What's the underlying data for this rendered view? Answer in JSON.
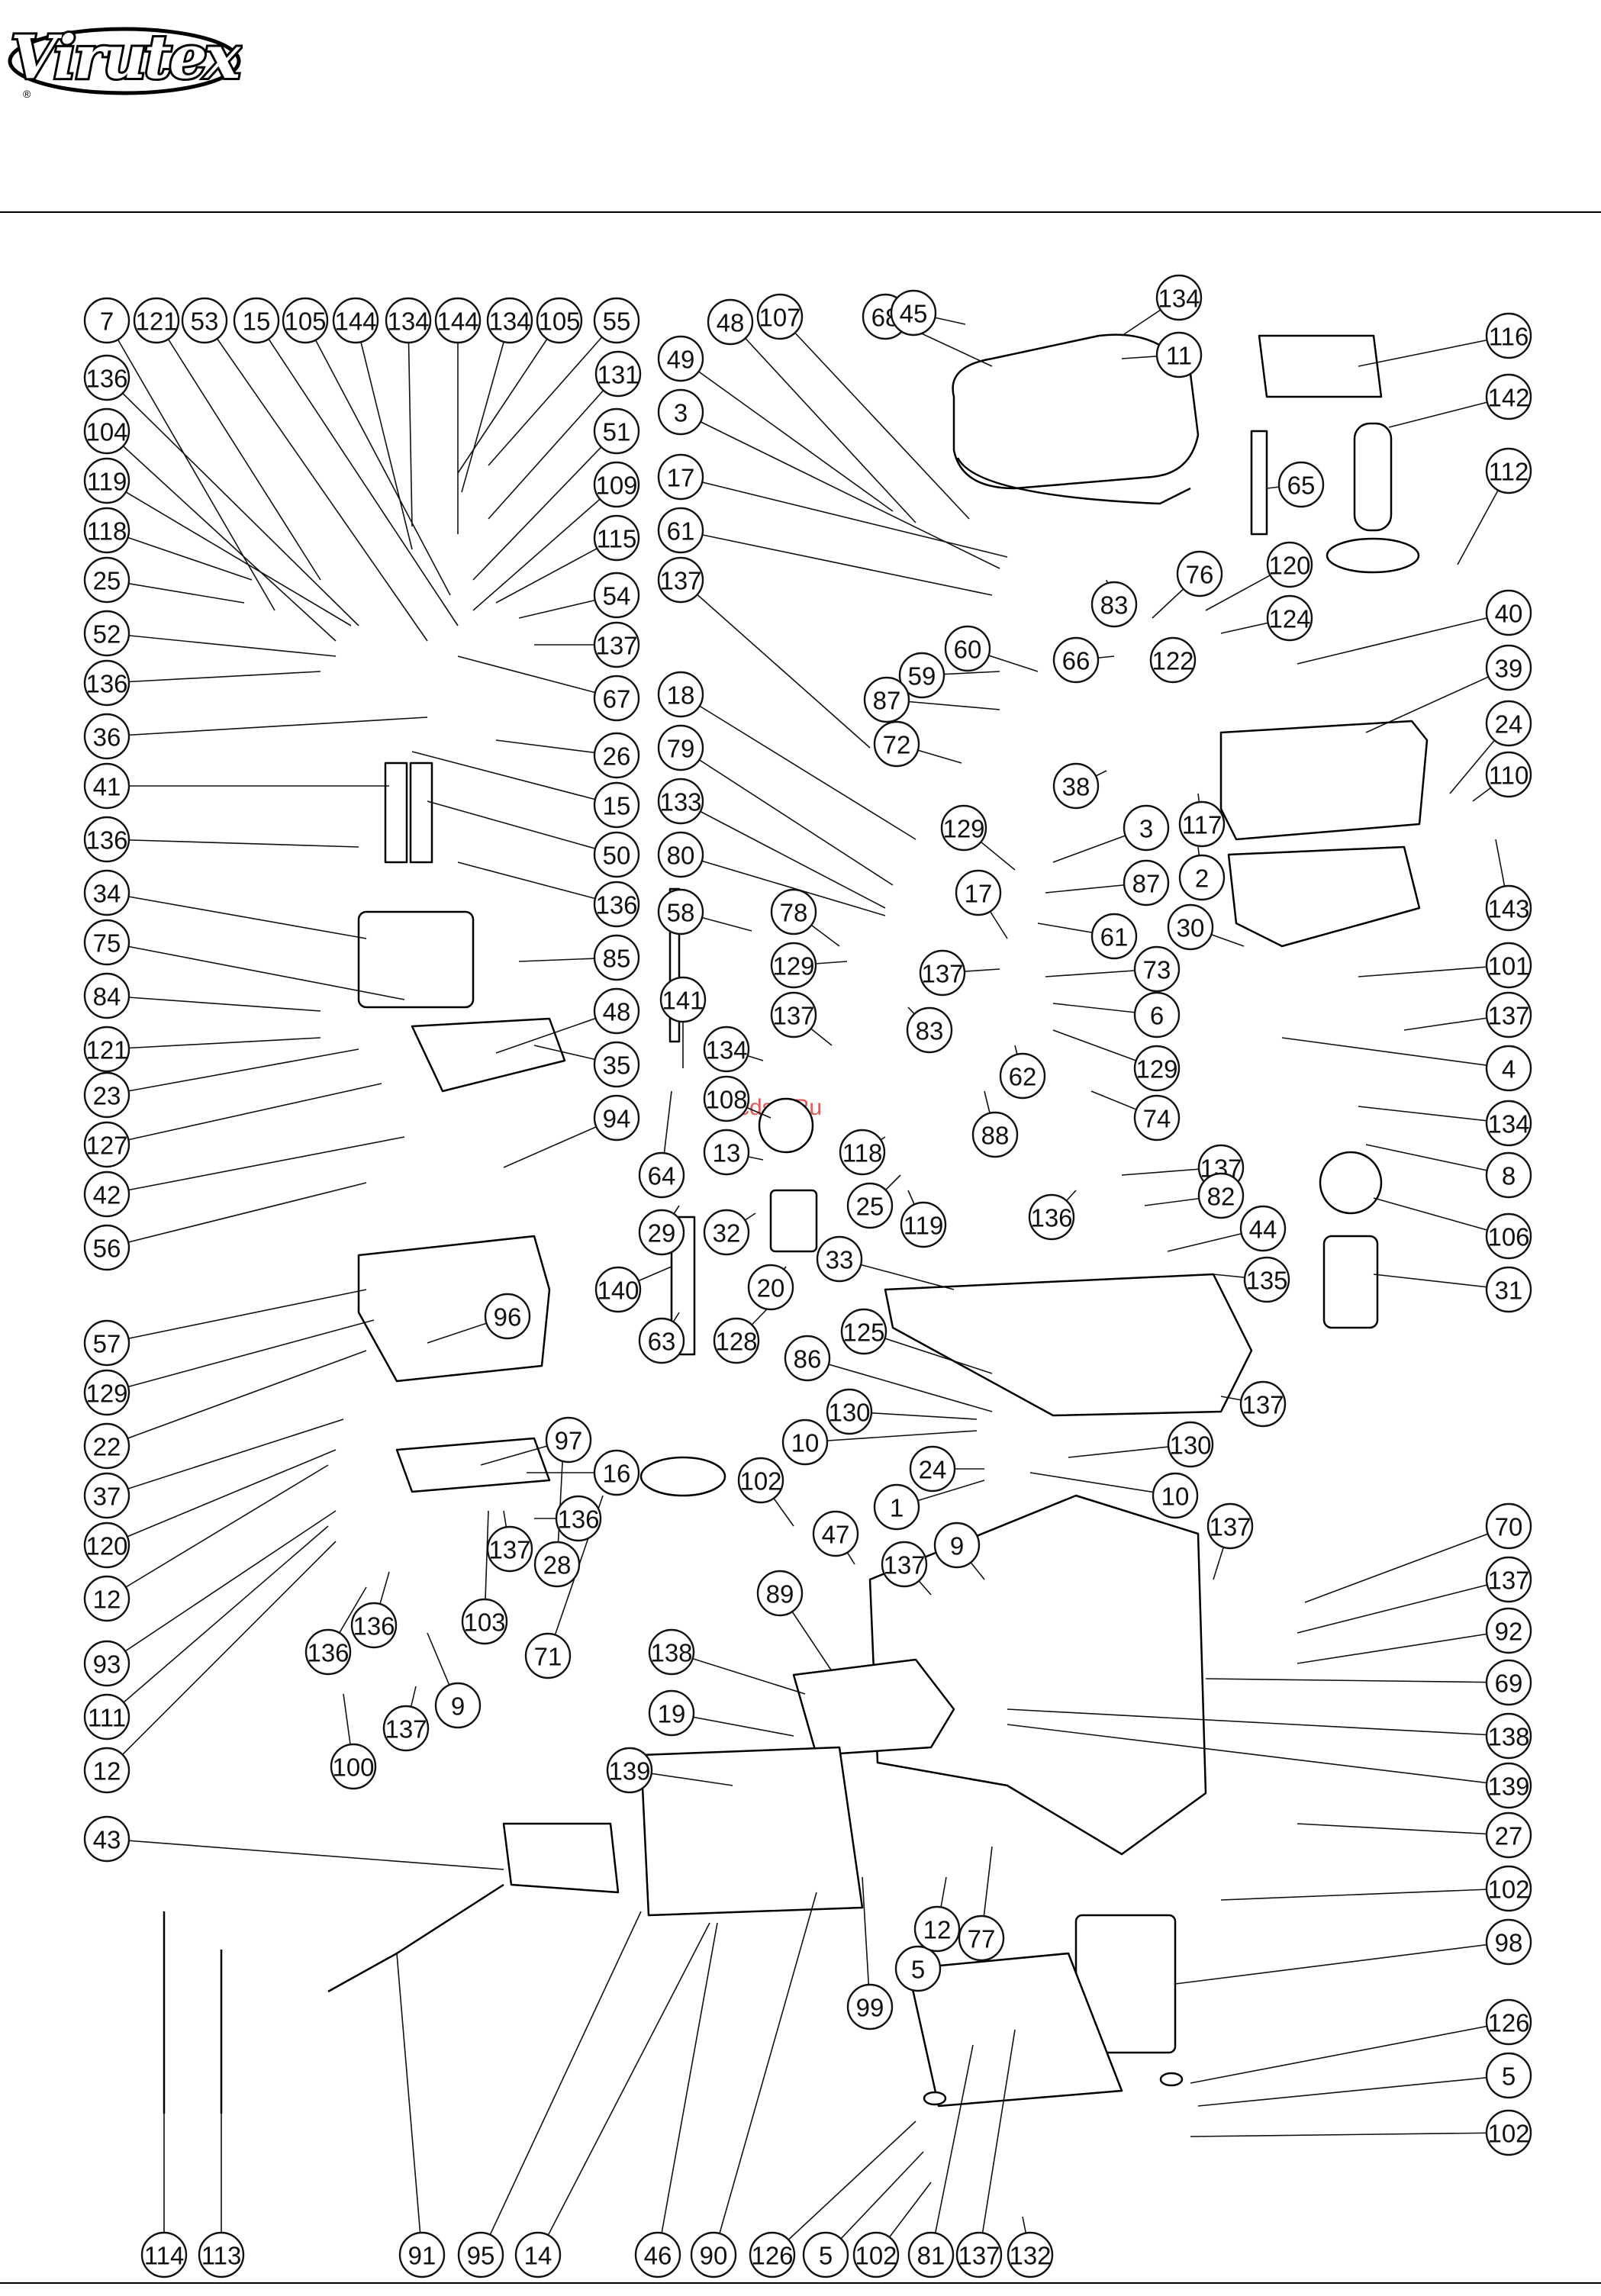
{
  "brand": {
    "name": "Virutex",
    "registered_mark": "®"
  },
  "watermark": "Mcdsp.Ru",
  "callouts": [
    {
      "id": "c1",
      "num": "7"
    },
    {
      "id": "c2",
      "num": "121"
    },
    {
      "id": "c3",
      "num": "53"
    },
    {
      "id": "c4",
      "num": "15"
    },
    {
      "id": "c5",
      "num": "105"
    },
    {
      "id": "c6",
      "num": "144"
    },
    {
      "id": "c7",
      "num": "134"
    },
    {
      "id": "c8",
      "num": "144"
    },
    {
      "id": "c9",
      "num": "134"
    },
    {
      "id": "c10",
      "num": "105"
    },
    {
      "id": "c11",
      "num": "55"
    },
    {
      "id": "c12",
      "num": "136"
    },
    {
      "id": "c13",
      "num": "131"
    },
    {
      "id": "c14",
      "num": "104"
    },
    {
      "id": "c15",
      "num": "51"
    },
    {
      "id": "c16",
      "num": "119"
    },
    {
      "id": "c17",
      "num": "109"
    },
    {
      "id": "c18",
      "num": "118"
    },
    {
      "id": "c19",
      "num": "115"
    },
    {
      "id": "c20",
      "num": "25"
    },
    {
      "id": "c21",
      "num": "54"
    },
    {
      "id": "c22",
      "num": "52"
    },
    {
      "id": "c23",
      "num": "137"
    },
    {
      "id": "c24",
      "num": "136"
    },
    {
      "id": "c25",
      "num": "67"
    },
    {
      "id": "c26",
      "num": "36"
    },
    {
      "id": "c27",
      "num": "26"
    },
    {
      "id": "c28",
      "num": "15"
    },
    {
      "id": "c29",
      "num": "41"
    },
    {
      "id": "c30",
      "num": "136"
    },
    {
      "id": "c31",
      "num": "50"
    },
    {
      "id": "c32",
      "num": "136"
    },
    {
      "id": "c33",
      "num": "34"
    },
    {
      "id": "c34",
      "num": "75"
    },
    {
      "id": "c35",
      "num": "85"
    },
    {
      "id": "c36",
      "num": "84"
    },
    {
      "id": "c37",
      "num": "48"
    },
    {
      "id": "c38",
      "num": "121"
    },
    {
      "id": "c39",
      "num": "23"
    },
    {
      "id": "c40",
      "num": "35"
    },
    {
      "id": "c41",
      "num": "127"
    },
    {
      "id": "c42",
      "num": "94"
    },
    {
      "id": "c43",
      "num": "42"
    },
    {
      "id": "c44",
      "num": "56"
    },
    {
      "id": "c45",
      "num": "57"
    },
    {
      "id": "c46",
      "num": "96"
    },
    {
      "id": "c47",
      "num": "129"
    },
    {
      "id": "c48",
      "num": "22"
    },
    {
      "id": "c49",
      "num": "37"
    },
    {
      "id": "c50",
      "num": "97"
    },
    {
      "id": "c51",
      "num": "16"
    },
    {
      "id": "c52",
      "num": "120"
    },
    {
      "id": "c53",
      "num": "136"
    },
    {
      "id": "c54",
      "num": "12"
    },
    {
      "id": "c55",
      "num": "137"
    },
    {
      "id": "c56",
      "num": "28"
    },
    {
      "id": "c57",
      "num": "93"
    },
    {
      "id": "c58",
      "num": "136"
    },
    {
      "id": "c59",
      "num": "103"
    },
    {
      "id": "c60",
      "num": "71"
    },
    {
      "id": "c61",
      "num": "111"
    },
    {
      "id": "c62",
      "num": "136"
    },
    {
      "id": "c63",
      "num": "9"
    },
    {
      "id": "c64",
      "num": "12"
    },
    {
      "id": "c65",
      "num": "137"
    },
    {
      "id": "c66",
      "num": "100"
    },
    {
      "id": "c67",
      "num": "48"
    },
    {
      "id": "c68",
      "num": "107"
    },
    {
      "id": "c69",
      "num": "68"
    },
    {
      "id": "c70",
      "num": "45"
    },
    {
      "id": "c71",
      "num": "134"
    },
    {
      "id": "c72",
      "num": "11"
    },
    {
      "id": "c73",
      "num": "49"
    },
    {
      "id": "c74",
      "num": "3"
    },
    {
      "id": "c75",
      "num": "17"
    },
    {
      "id": "c76",
      "num": "61"
    },
    {
      "id": "c77",
      "num": "137"
    },
    {
      "id": "c78",
      "num": "18"
    },
    {
      "id": "c79",
      "num": "79"
    },
    {
      "id": "c80",
      "num": "133"
    },
    {
      "id": "c81",
      "num": "80"
    },
    {
      "id": "c82",
      "num": "58"
    },
    {
      "id": "c83",
      "num": "78"
    },
    {
      "id": "c84",
      "num": "129"
    },
    {
      "id": "c85",
      "num": "137"
    },
    {
      "id": "c86",
      "num": "141"
    },
    {
      "id": "c87",
      "num": "134"
    },
    {
      "id": "c88",
      "num": "108"
    },
    {
      "id": "c89",
      "num": "13"
    },
    {
      "id": "c90",
      "num": "118"
    },
    {
      "id": "c91",
      "num": "64"
    },
    {
      "id": "c92",
      "num": "25"
    },
    {
      "id": "c93",
      "num": "119"
    },
    {
      "id": "c94",
      "num": "29"
    },
    {
      "id": "c95",
      "num": "32"
    },
    {
      "id": "c96",
      "num": "140"
    },
    {
      "id": "c97",
      "num": "20"
    },
    {
      "id": "c98",
      "num": "63"
    },
    {
      "id": "c99",
      "num": "128"
    },
    {
      "id": "c100",
      "num": "33"
    },
    {
      "id": "c101",
      "num": "125"
    },
    {
      "id": "c102",
      "num": "86"
    },
    {
      "id": "c103",
      "num": "130"
    },
    {
      "id": "c104",
      "num": "10"
    },
    {
      "id": "c105",
      "num": "24"
    },
    {
      "id": "c106",
      "num": "1"
    },
    {
      "id": "c107",
      "num": "102"
    },
    {
      "id": "c108",
      "num": "47"
    },
    {
      "id": "c109",
      "num": "137"
    },
    {
      "id": "c110",
      "num": "9"
    },
    {
      "id": "c111",
      "num": "89"
    },
    {
      "id": "c112",
      "num": "138"
    },
    {
      "id": "c113",
      "num": "19"
    },
    {
      "id": "c114",
      "num": "139"
    },
    {
      "id": "c115",
      "num": "43"
    },
    {
      "id": "c116",
      "num": "114"
    },
    {
      "id": "c117",
      "num": "113"
    },
    {
      "id": "c118",
      "num": "91"
    },
    {
      "id": "c119",
      "num": "95"
    },
    {
      "id": "c120",
      "num": "14"
    },
    {
      "id": "c121",
      "num": "46"
    },
    {
      "id": "c122",
      "num": "90"
    },
    {
      "id": "c123",
      "num": "126"
    },
    {
      "id": "c124",
      "num": "5"
    },
    {
      "id": "c125",
      "num": "102"
    },
    {
      "id": "c126",
      "num": "81"
    },
    {
      "id": "c127",
      "num": "137"
    },
    {
      "id": "c128",
      "num": "132"
    },
    {
      "id": "c129",
      "num": "99"
    },
    {
      "id": "c130",
      "num": "5"
    },
    {
      "id": "c131",
      "num": "12"
    },
    {
      "id": "c132",
      "num": "77"
    },
    {
      "id": "c133",
      "num": "83"
    },
    {
      "id": "c134",
      "num": "66"
    },
    {
      "id": "c135",
      "num": "76"
    },
    {
      "id": "c136",
      "num": "60"
    },
    {
      "id": "c137",
      "num": "59"
    },
    {
      "id": "c138",
      "num": "87"
    },
    {
      "id": "c139",
      "num": "72"
    },
    {
      "id": "c140",
      "num": "38"
    },
    {
      "id": "c141",
      "num": "122"
    },
    {
      "id": "c142",
      "num": "120"
    },
    {
      "id": "c143",
      "num": "124"
    },
    {
      "id": "c144",
      "num": "129"
    },
    {
      "id": "c145",
      "num": "3"
    },
    {
      "id": "c146",
      "num": "87"
    },
    {
      "id": "c147",
      "num": "61"
    },
    {
      "id": "c148",
      "num": "17"
    },
    {
      "id": "c149",
      "num": "73"
    },
    {
      "id": "c150",
      "num": "137"
    },
    {
      "id": "c151",
      "num": "6"
    },
    {
      "id": "c152",
      "num": "83"
    },
    {
      "id": "c153",
      "num": "62"
    },
    {
      "id": "c154",
      "num": "129"
    },
    {
      "id": "c155",
      "num": "88"
    },
    {
      "id": "c156",
      "num": "74"
    },
    {
      "id": "c157",
      "num": "137"
    },
    {
      "id": "c158",
      "num": "136"
    },
    {
      "id": "c159",
      "num": "82"
    },
    {
      "id": "c160",
      "num": "44"
    },
    {
      "id": "c161",
      "num": "135"
    },
    {
      "id": "c162",
      "num": "137"
    },
    {
      "id": "c163",
      "num": "116"
    },
    {
      "id": "c164",
      "num": "142"
    },
    {
      "id": "c165",
      "num": "65"
    },
    {
      "id": "c166",
      "num": "112"
    },
    {
      "id": "c167",
      "num": "40"
    },
    {
      "id": "c168",
      "num": "39"
    },
    {
      "id": "c169",
      "num": "24"
    },
    {
      "id": "c170",
      "num": "110"
    },
    {
      "id": "c171",
      "num": "117"
    },
    {
      "id": "c172",
      "num": "2"
    },
    {
      "id": "c173",
      "num": "143"
    },
    {
      "id": "c174",
      "num": "30"
    },
    {
      "id": "c175",
      "num": "101"
    },
    {
      "id": "c176",
      "num": "137"
    },
    {
      "id": "c177",
      "num": "4"
    },
    {
      "id": "c178",
      "num": "134"
    },
    {
      "id": "c179",
      "num": "8"
    },
    {
      "id": "c180",
      "num": "106"
    },
    {
      "id": "c181",
      "num": "31"
    },
    {
      "id": "c182",
      "num": "130"
    },
    {
      "id": "c183",
      "num": "10"
    },
    {
      "id": "c184",
      "num": "137"
    },
    {
      "id": "c185",
      "num": "70"
    },
    {
      "id": "c186",
      "num": "137"
    },
    {
      "id": "c187",
      "num": "92"
    },
    {
      "id": "c188",
      "num": "69"
    },
    {
      "id": "c189",
      "num": "138"
    },
    {
      "id": "c190",
      "num": "139"
    },
    {
      "id": "c191",
      "num": "27"
    },
    {
      "id": "c192",
      "num": "102"
    },
    {
      "id": "c193",
      "num": "98"
    },
    {
      "id": "c194",
      "num": "126"
    },
    {
      "id": "c195",
      "num": "5"
    },
    {
      "id": "c196",
      "num": "102"
    }
  ]
}
